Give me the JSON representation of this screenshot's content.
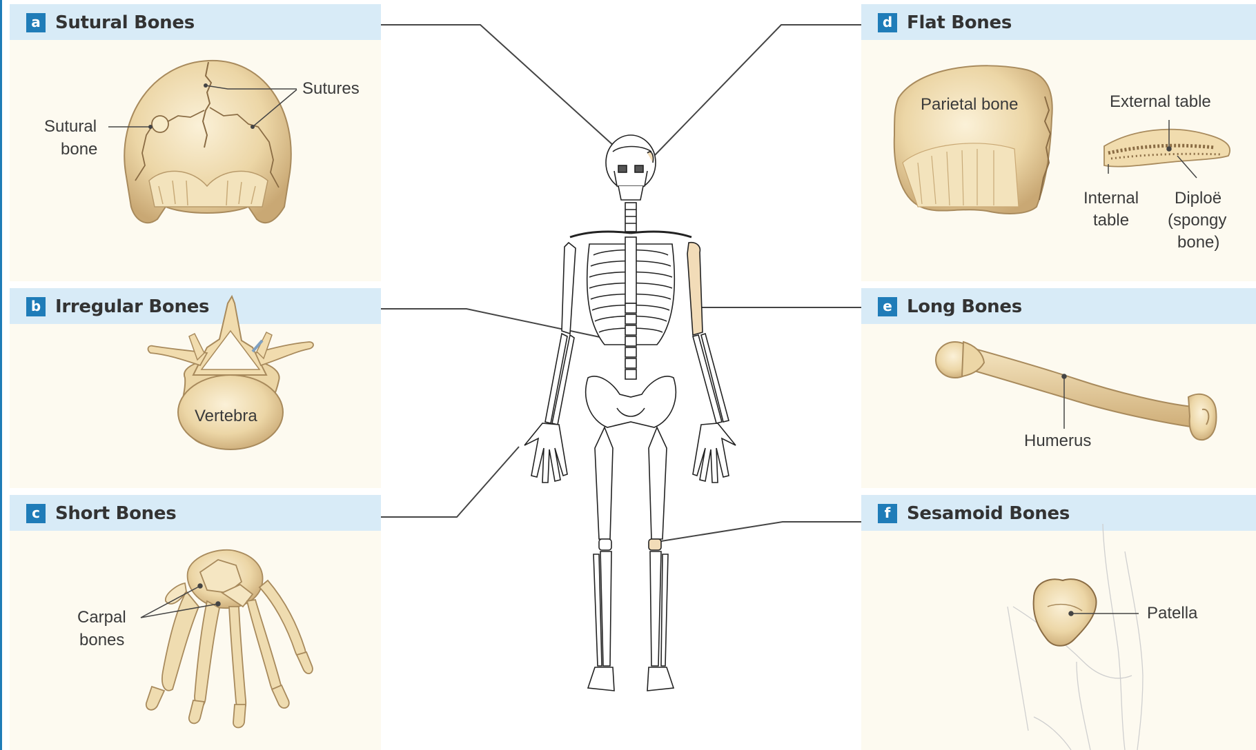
{
  "panels": {
    "a": {
      "badge": "a",
      "title": "Sutural Bones",
      "labels": {
        "sutures": "Sutures",
        "sutural_bone_1": "Sutural",
        "sutural_bone_2": "bone"
      }
    },
    "b": {
      "badge": "b",
      "title": "Irregular Bones",
      "labels": {
        "vertebra": "Vertebra"
      }
    },
    "c": {
      "badge": "c",
      "title": "Short Bones",
      "labels": {
        "carpal_1": "Carpal",
        "carpal_2": "bones"
      }
    },
    "d": {
      "badge": "d",
      "title": "Flat Bones",
      "labels": {
        "parietal": "Parietal bone",
        "external_table": "External table",
        "internal_1": "Internal",
        "internal_2": "table",
        "diploe_1": "Diploë",
        "diploe_2": "(spongy",
        "diploe_3": "bone)"
      }
    },
    "e": {
      "badge": "e",
      "title": "Long Bones",
      "labels": {
        "humerus": "Humerus"
      }
    },
    "f": {
      "badge": "f",
      "title": "Sesamoid Bones",
      "labels": {
        "patella": "Patella"
      }
    }
  },
  "colors": {
    "header_bg": "#d8ebf7",
    "badge_bg": "#1f7cb8",
    "panel_bg": "#fdfaf0",
    "bone": "#efdcb0",
    "bone_dark": "#c9a874",
    "highlight_bone": "#f2dcb8"
  }
}
